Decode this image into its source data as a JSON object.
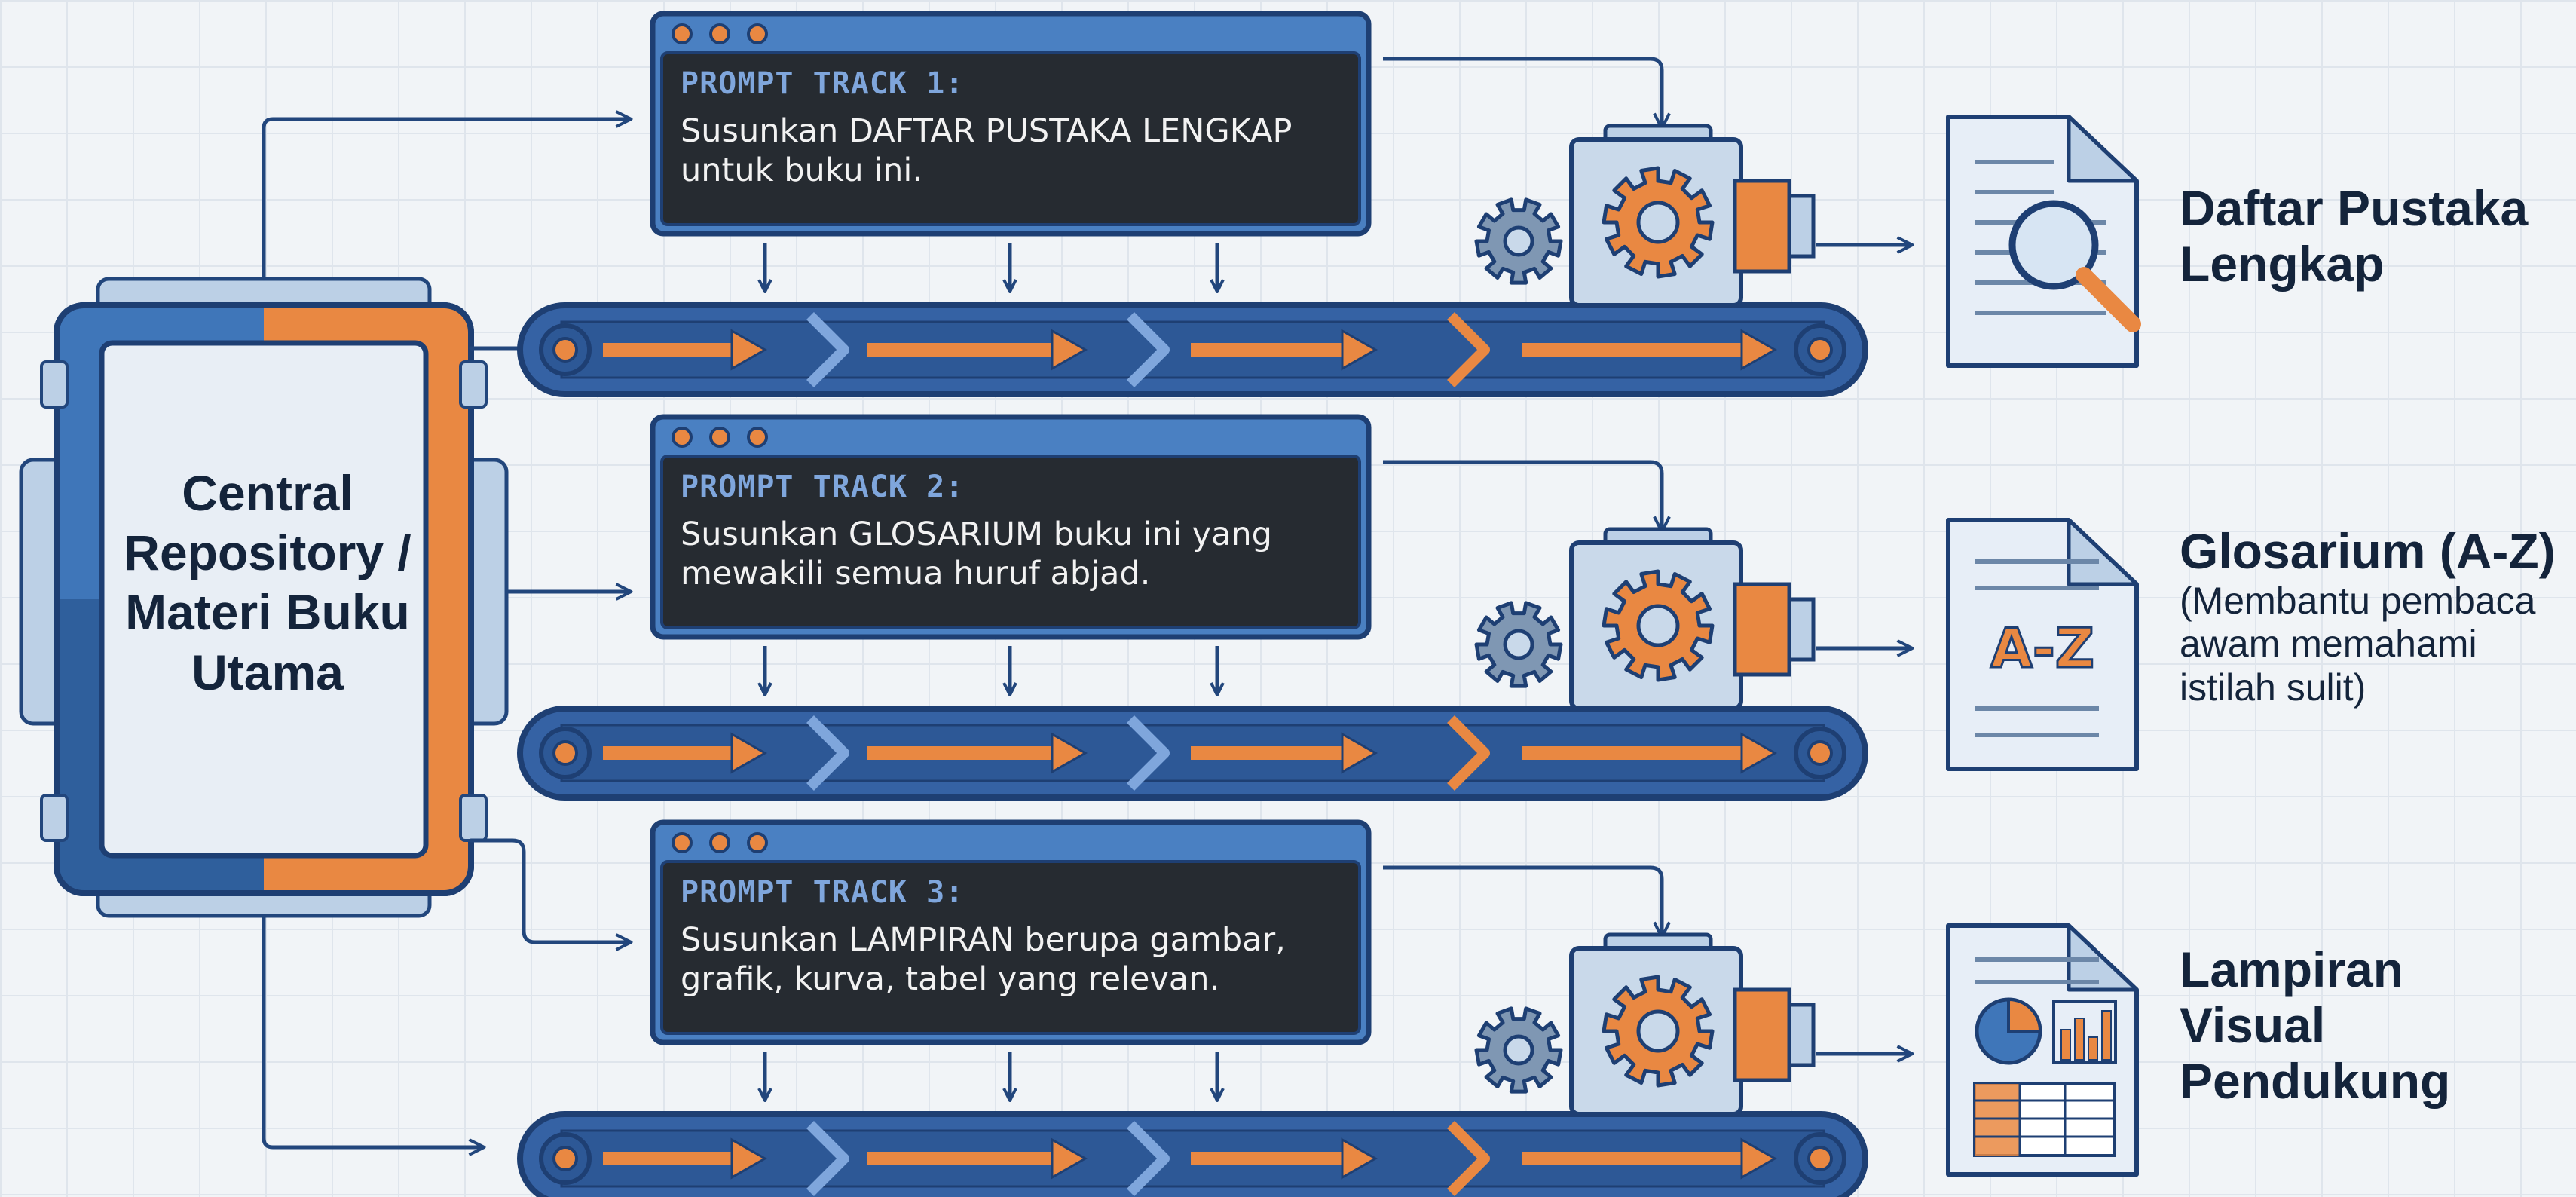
{
  "repository": {
    "label": "Central Repository / Materi Buku Utama"
  },
  "tracks": [
    {
      "title": "PROMPT TRACK 1:",
      "text_lines": [
        "Susunkan DAFTAR PUSTAKA LENGKAP",
        "untuk buku ini."
      ],
      "output_lines": [
        "Daftar Pustaka",
        "Lengkap"
      ],
      "output_sub_lines": []
    },
    {
      "title": "PROMPT TRACK 2:",
      "text_lines": [
        "Susunkan GLOSARIUM buku ini yang",
        "mewakili semua huruf abjad."
      ],
      "output_lines": [
        "Glosarium (A-Z)"
      ],
      "output_sub_lines": [
        "(Membantu pembaca",
        "awam memahami",
        "istilah sulit)"
      ],
      "doc_label": "A-Z"
    },
    {
      "title": "PROMPT TRACK 3:",
      "text_lines": [
        "Susunkan LAMPIRAN berupa gambar,",
        "grafik, kurva, tabel yang relevan."
      ],
      "output_lines": [
        "Lampiran",
        "Visual",
        "Pendukung"
      ],
      "output_sub_lines": []
    }
  ],
  "icons": {
    "track_1_document": "document-magnifier-icon",
    "track_2_document": "document-az-icon",
    "track_3_document": "document-charts-table-icon",
    "processor": "gear-machine-icon",
    "conveyor": "conveyor-belt-icon"
  },
  "colors": {
    "navy": "#1e3f73",
    "blue": "#3f76b9",
    "orange": "#e98842",
    "window_dark": "#262b31",
    "window_title": "#7fa6dc",
    "text": "#14243b"
  }
}
